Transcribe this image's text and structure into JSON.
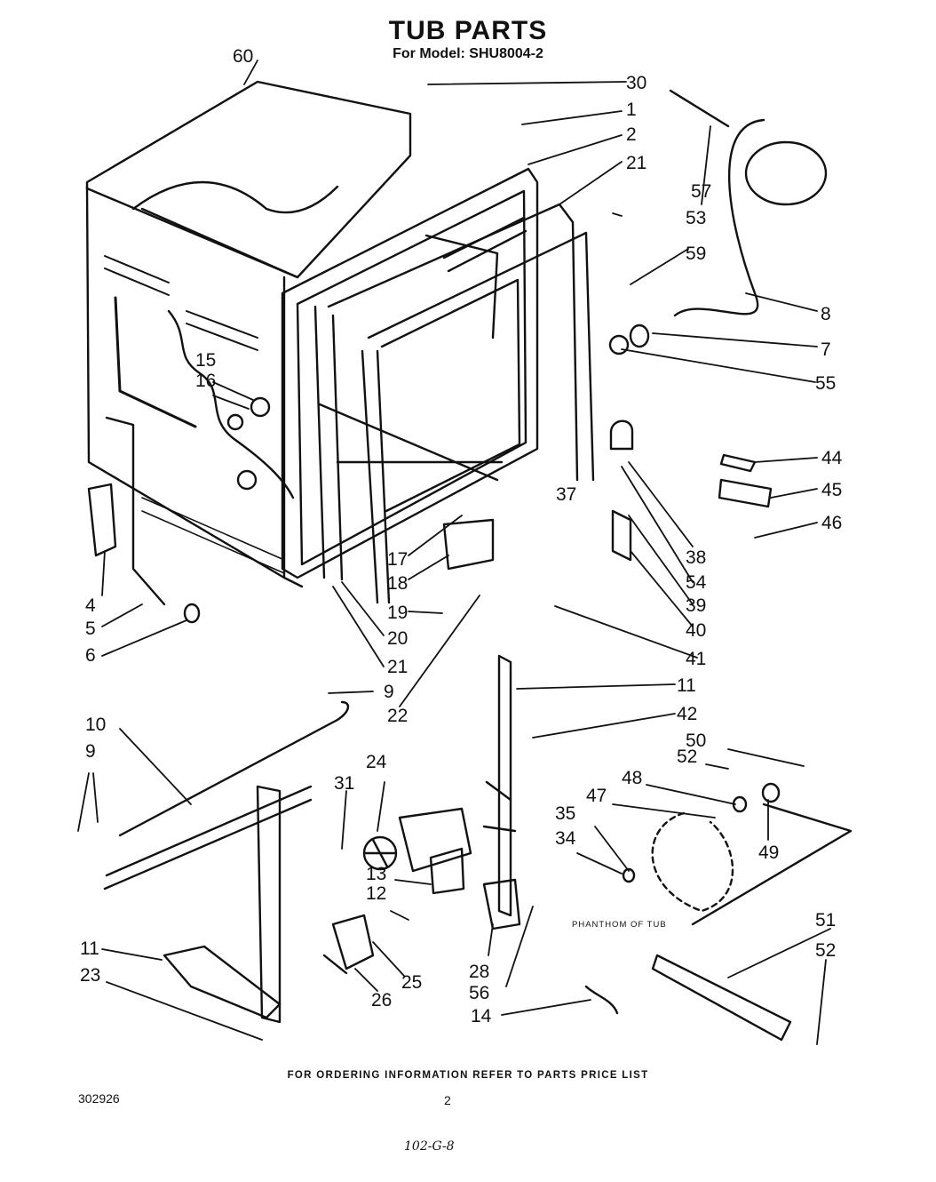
{
  "header": {
    "title": "TUB PARTS",
    "model_line": "For Model: SHU8004-2"
  },
  "parts": [
    {
      "id": "p60",
      "label": "60"
    },
    {
      "id": "p30",
      "label": "30"
    },
    {
      "id": "p1",
      "label": "1"
    },
    {
      "id": "p2",
      "label": "2"
    },
    {
      "id": "p21a",
      "label": "21"
    },
    {
      "id": "p57",
      "label": "57"
    },
    {
      "id": "p53",
      "label": "53"
    },
    {
      "id": "p59",
      "label": "59"
    },
    {
      "id": "p8",
      "label": "8"
    },
    {
      "id": "p7",
      "label": "7"
    },
    {
      "id": "p55",
      "label": "55"
    },
    {
      "id": "p15",
      "label": "15"
    },
    {
      "id": "p16",
      "label": "16"
    },
    {
      "id": "p44",
      "label": "44"
    },
    {
      "id": "p45",
      "label": "45"
    },
    {
      "id": "p46",
      "label": "46"
    },
    {
      "id": "p37",
      "label": "37"
    },
    {
      "id": "p38",
      "label": "38"
    },
    {
      "id": "p54",
      "label": "54"
    },
    {
      "id": "p39",
      "label": "39"
    },
    {
      "id": "p40",
      "label": "40"
    },
    {
      "id": "p41",
      "label": "41"
    },
    {
      "id": "p17",
      "label": "17"
    },
    {
      "id": "p18",
      "label": "18"
    },
    {
      "id": "p19",
      "label": "19"
    },
    {
      "id": "p20",
      "label": "20"
    },
    {
      "id": "p21b",
      "label": "21"
    },
    {
      "id": "p4",
      "label": "4"
    },
    {
      "id": "p5",
      "label": "5"
    },
    {
      "id": "p6",
      "label": "6"
    },
    {
      "id": "p9a",
      "label": "9"
    },
    {
      "id": "p22",
      "label": "22"
    },
    {
      "id": "p11a",
      "label": "11"
    },
    {
      "id": "p42",
      "label": "42"
    },
    {
      "id": "p10",
      "label": "10"
    },
    {
      "id": "p9b",
      "label": "9"
    },
    {
      "id": "p50",
      "label": "50"
    },
    {
      "id": "p52a",
      "label": "52"
    },
    {
      "id": "p48",
      "label": "48"
    },
    {
      "id": "p47",
      "label": "47"
    },
    {
      "id": "p49",
      "label": "49"
    },
    {
      "id": "p24",
      "label": "24"
    },
    {
      "id": "p31",
      "label": "31"
    },
    {
      "id": "p35",
      "label": "35"
    },
    {
      "id": "p34",
      "label": "34"
    },
    {
      "id": "p13",
      "label": "13"
    },
    {
      "id": "p12",
      "label": "12"
    },
    {
      "id": "p51",
      "label": "51"
    },
    {
      "id": "p52b",
      "label": "52"
    },
    {
      "id": "p11b",
      "label": "11"
    },
    {
      "id": "p23",
      "label": "23"
    },
    {
      "id": "p25",
      "label": "25"
    },
    {
      "id": "p26",
      "label": "26"
    },
    {
      "id": "p28",
      "label": "28"
    },
    {
      "id": "p56",
      "label": "56"
    },
    {
      "id": "p14",
      "label": "14"
    }
  ],
  "phantom_label": "PHANTHOM OF TUB",
  "footer": {
    "ordering_note": "FOR ORDERING INFORMATION REFER TO PARTS PRICE LIST",
    "doc_number": "302926",
    "page_number": "2",
    "handwritten_note": "102-G-8"
  }
}
